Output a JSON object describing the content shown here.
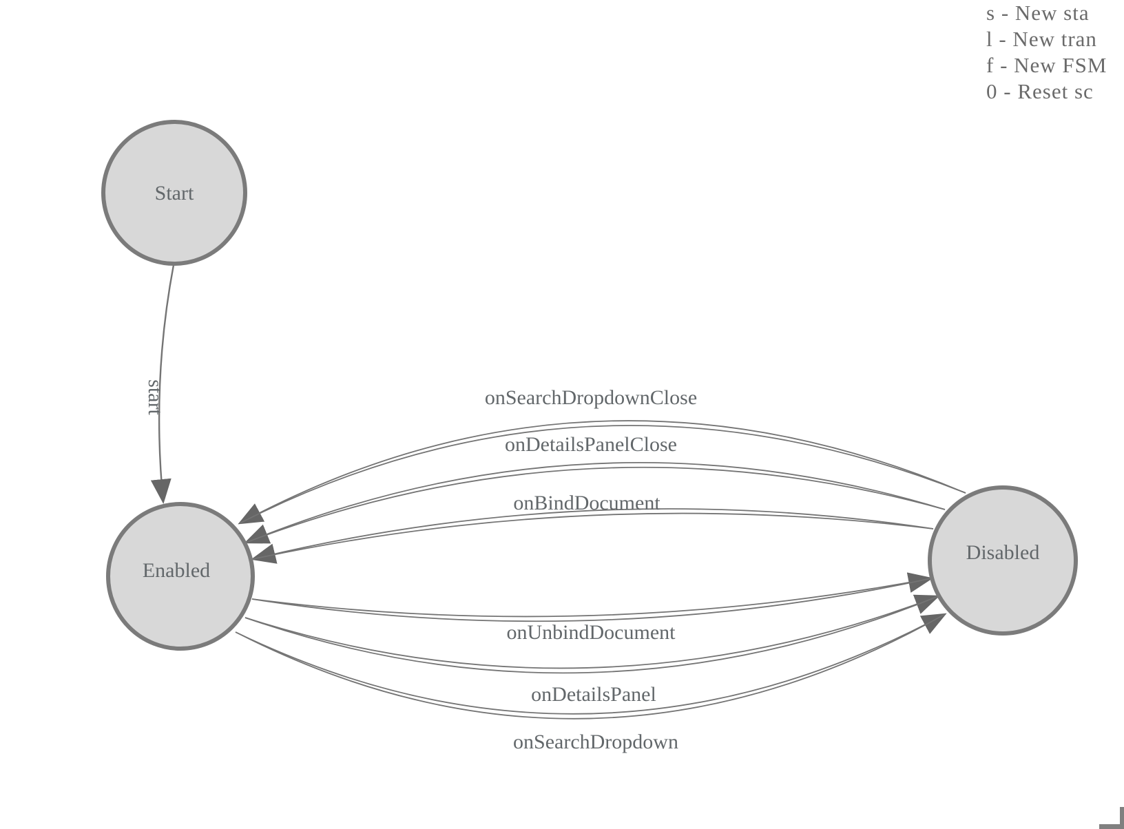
{
  "app": {
    "description": "Finite state machine diagram editor canvas"
  },
  "shortcuts": {
    "lines": [
      "s - New sta",
      "l - New tran",
      "f - New FSM",
      "0 - Reset sc"
    ]
  },
  "diagram": {
    "states": [
      {
        "label": "Start"
      },
      {
        "label": "Enabled"
      },
      {
        "label": "Disabled"
      }
    ],
    "transitions": [
      {
        "label": "start",
        "from": "Start",
        "to": "Enabled"
      },
      {
        "label": "onSearchDropdownClose",
        "from": "Disabled",
        "to": "Enabled"
      },
      {
        "label": "onDetailsPanelClose",
        "from": "Disabled",
        "to": "Enabled"
      },
      {
        "label": "onBindDocument",
        "from": "Disabled",
        "to": "Enabled"
      },
      {
        "label": "onUnbindDocument",
        "from": "Enabled",
        "to": "Disabled"
      },
      {
        "label": "onDetailsPanel",
        "from": "Enabled",
        "to": "Disabled"
      },
      {
        "label": "onSearchDropdown",
        "from": "Enabled",
        "to": "Disabled"
      }
    ],
    "colors": {
      "state_fill": "#d8d8d8",
      "state_stroke": "#7b7b7b",
      "edge_stroke": "#747474",
      "arrow_fill": "#666666",
      "label_text": "#62676a",
      "shortcut_text": "#6a6a6a",
      "corner_mark": "#808080"
    }
  }
}
